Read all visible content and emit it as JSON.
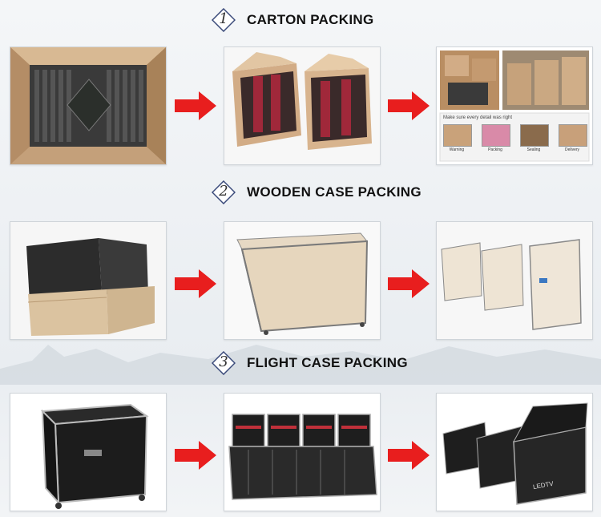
{
  "sections": [
    {
      "number": "1",
      "title": "CARTON PACKING"
    },
    {
      "number": "2",
      "title": "WOODEN CASE PACKING"
    },
    {
      "number": "3",
      "title": "FLIGHT CASE PACKING"
    }
  ],
  "flow_panel": {
    "note": "Make sure every detail was right",
    "steps": [
      "Warning",
      "Packing",
      "Sealing",
      "Delivery"
    ]
  },
  "flight_case_brand": "LEDTV",
  "colors": {
    "arrow": "#e81e1e",
    "cardboard": "#c9a27a",
    "wood": "#e3d3bb",
    "case": "#1c1c1c"
  },
  "icons": [
    "arrow-right-icon",
    "diamond-number-icon"
  ]
}
